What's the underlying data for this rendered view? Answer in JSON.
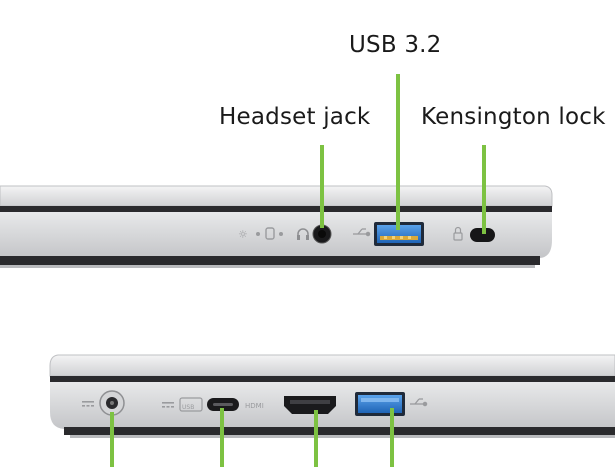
{
  "labels": {
    "usb": "USB 3.2",
    "headset": "Headset jack",
    "kensington": "Kensington lock"
  },
  "colors": {
    "callout_line": "#7dc242",
    "usb_blue": "#2f7fd6",
    "chassis": "#d9dadc",
    "chassis_edge": "#2a2a2d"
  }
}
